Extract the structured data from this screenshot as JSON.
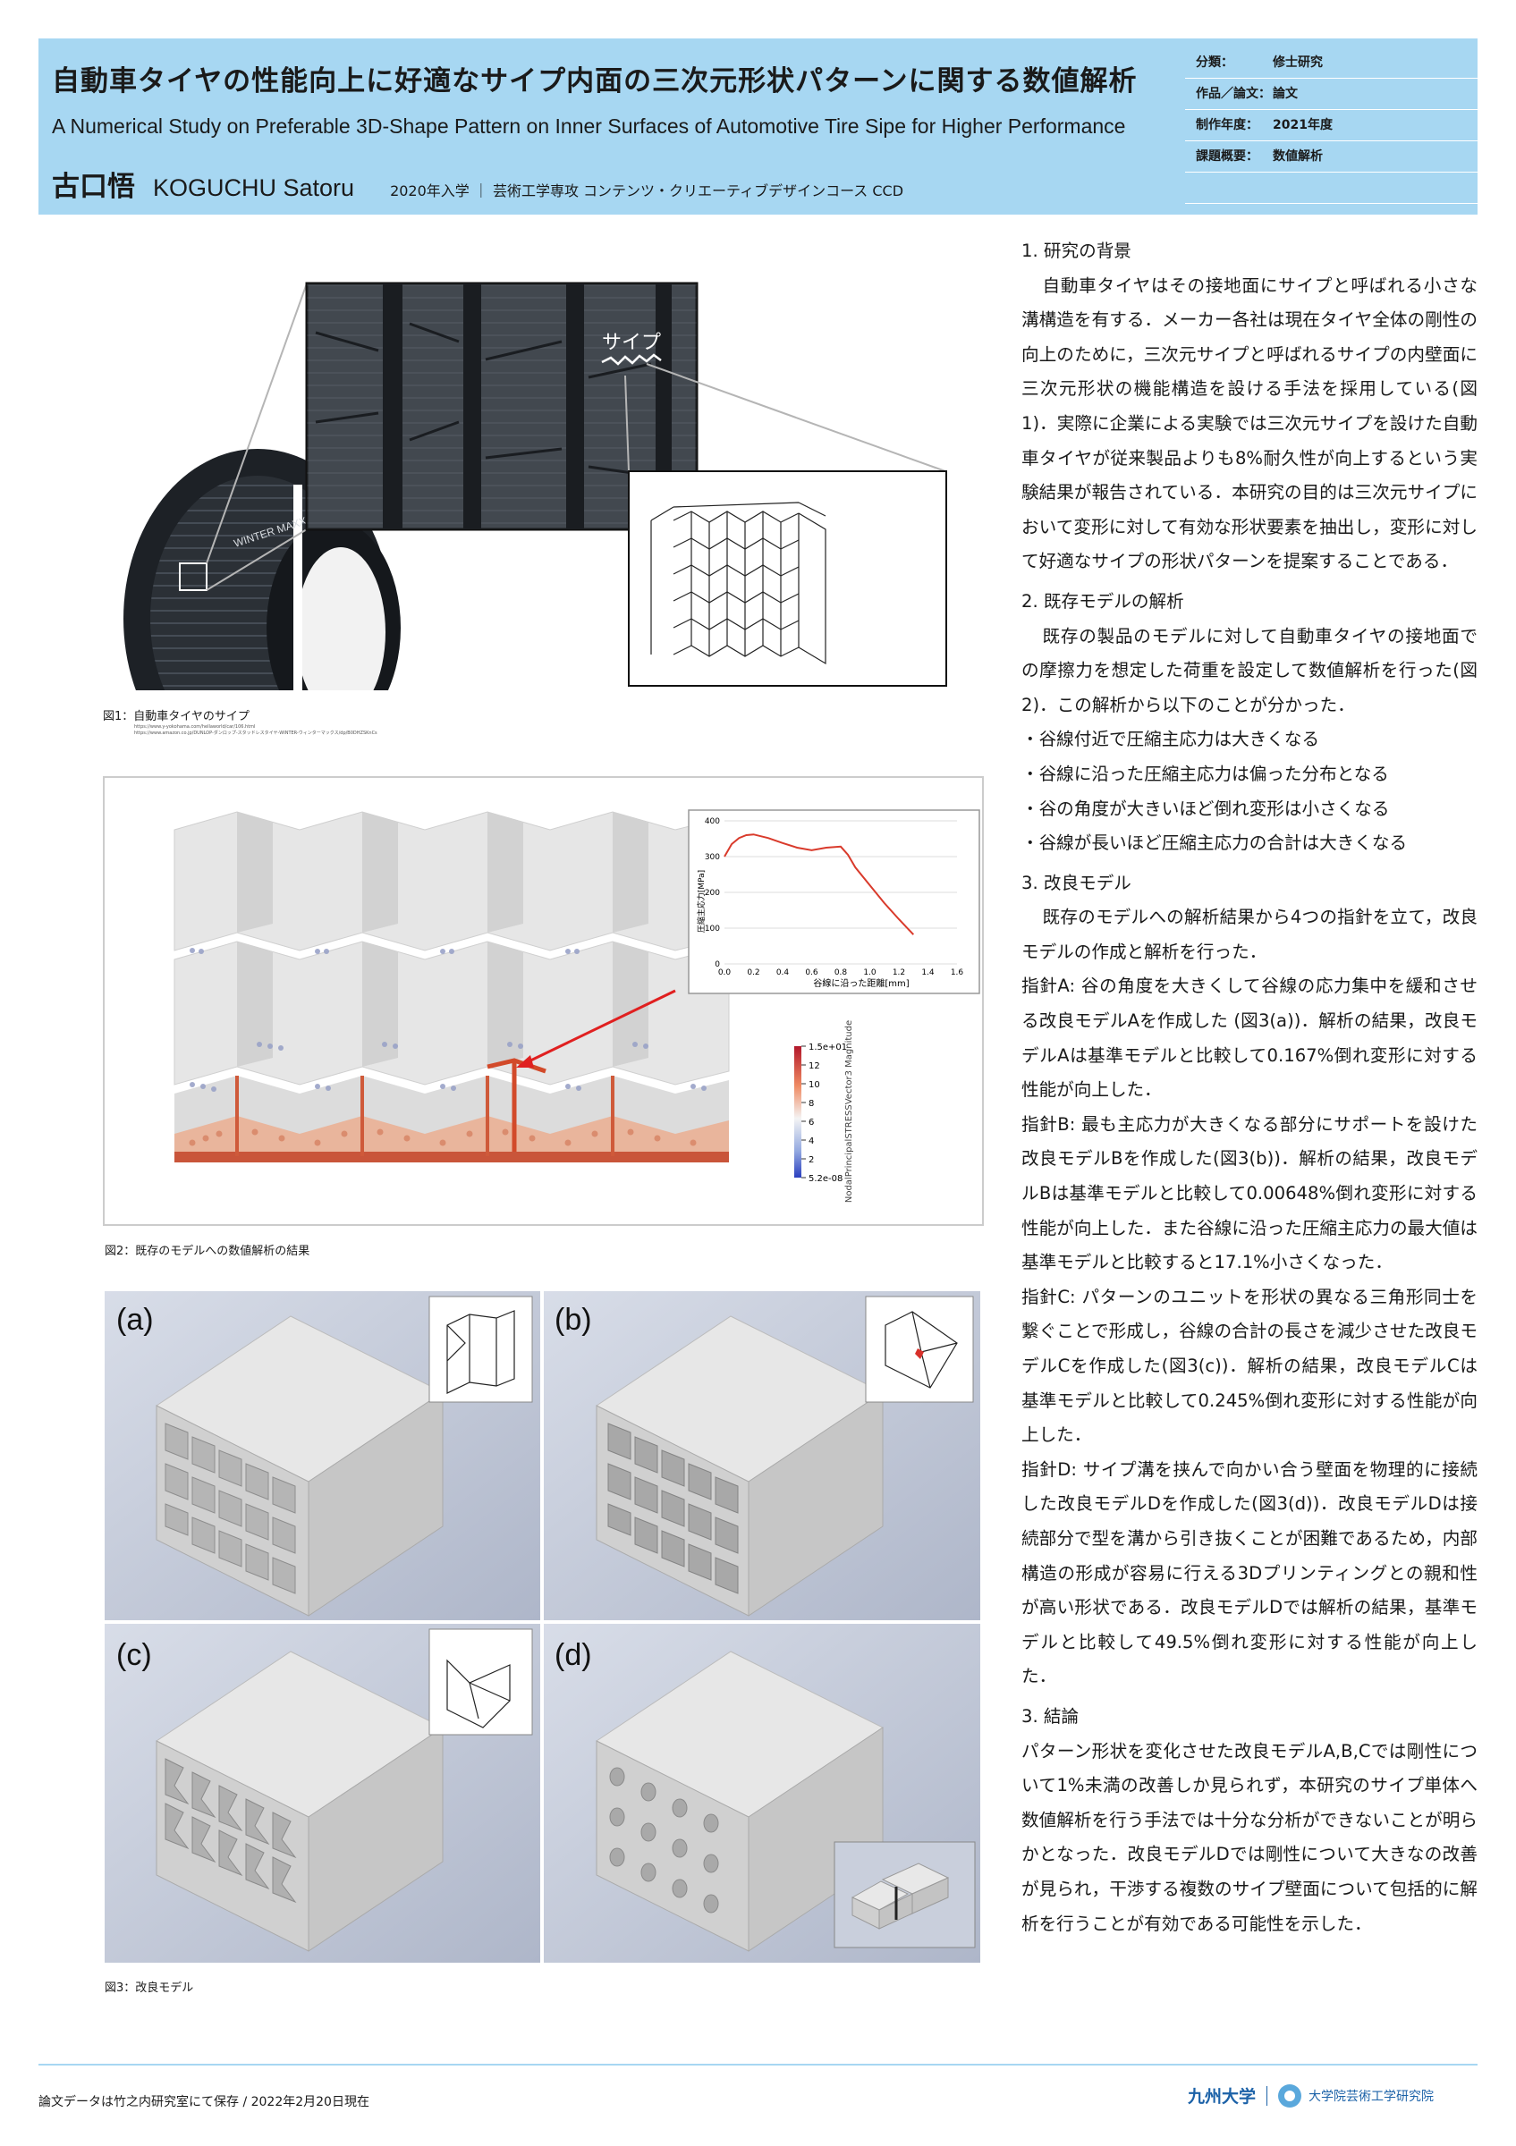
{
  "header": {
    "title_jp": "自動車タイヤの性能向上に好適なサイプ内面の三次元形状パターンに関する数値解析",
    "title_en": "A Numerical Study on Preferable 3D-Shape Pattern on Inner Surfaces of Automotive Tire Sipe for Higher Performance",
    "author_jp": "古口悟",
    "author_en": "KOGUCHU Satoru",
    "author_meta": "2020年入学 ｜ 芸術工学専攻 コンテンツ・クリエーティブデザインコース CCD",
    "meta": [
      {
        "key": "分類：",
        "value": "修士研究"
      },
      {
        "key": "作品／論文：",
        "value": "論文"
      },
      {
        "key": "制作年度：",
        "value": "2021年度"
      },
      {
        "key": "課題概要：",
        "value": "数値解析"
      }
    ]
  },
  "figure1": {
    "caption": "図1：自動車タイヤのサイプ",
    "callout": "サイプ",
    "tire_brand": "WINTER MAXX",
    "refs": [
      "https://www.y-yokohama.com/hellaworld/car/106.html",
      "https://www.amazon.co.jp/DUNLOP-ダンロップ-スタッドレスタイヤ-WINTER-ウィンターマックス/dp/B0DHZSKnCs"
    ]
  },
  "figure2": {
    "caption": "図2：既存のモデルへの数値解析の結果",
    "colorbar_title": "NodalPrincipalSTRESSVector3 Magnitude",
    "colorbar_ticks": [
      "1.5e+01",
      "12",
      "10",
      "8",
      "6",
      "4",
      "2",
      "5.2e-08"
    ]
  },
  "chart_data": {
    "type": "line",
    "title": "",
    "xlabel": "谷線に沿った距離[mm]",
    "ylabel": "圧縮主応力[MPa]",
    "xlim": [
      0,
      1.6
    ],
    "ylim": [
      0,
      400
    ],
    "xticks": [
      "0.0",
      "0.2",
      "0.4",
      "0.6",
      "0.8",
      "1.0",
      "1.2",
      "1.4",
      "1.6"
    ],
    "yticks": [
      "0",
      "100",
      "200",
      "300",
      "400"
    ],
    "grid": "horizontal",
    "series": [
      {
        "color": "#d93a2b",
        "x": [
          0.0,
          0.05,
          0.1,
          0.15,
          0.2,
          0.3,
          0.4,
          0.5,
          0.6,
          0.7,
          0.8,
          0.85,
          0.9,
          1.0,
          1.1,
          1.2,
          1.3
        ],
        "y": [
          300,
          335,
          352,
          360,
          362,
          352,
          338,
          325,
          318,
          325,
          328,
          305,
          270,
          220,
          170,
          125,
          82
        ]
      }
    ]
  },
  "figure3": {
    "caption": "図3：改良モデル",
    "panels": [
      {
        "label": "(a)"
      },
      {
        "label": "(b)"
      },
      {
        "label": "(c)"
      },
      {
        "label": "(d)"
      }
    ]
  },
  "body": {
    "s1_heading": "1. 研究の背景",
    "s1_text": "自動車タイヤはその接地面にサイプと呼ばれる小さな溝構造を有する．メーカー各社は現在タイヤ全体の剛性の向上のために，三次元サイプと呼ばれるサイプの内壁面に三次元形状の機能構造を設ける手法を採用している(図1)．実際に企業による実験では三次元サイプを設けた自動車タイヤが従来製品よりも8%耐久性が向上するという実験結果が報告されている．本研究の目的は三次元サイプにおいて変形に対して有効な形状要素を抽出し，変形に対して好適なサイプの形状パターンを提案することである．",
    "s2_heading": "2. 既存モデルの解析",
    "s2_text": "既存の製品のモデルに対して自動車タイヤの接地面での摩擦力を想定した荷重を設定して数値解析を行った(図2)．この解析から以下のことが分かった．",
    "s2_bullets": [
      "・谷線付近で圧縮主応力は大きくなる",
      "・谷線に沿った圧縮主応力は偏った分布となる",
      "・谷の角度が大きいほど倒れ変形は小さくなる",
      "・谷線が長いほど圧縮主応力の合計は大きくなる"
    ],
    "s3_heading": "3. 改良モデル",
    "s3_intro": "既存のモデルへの解析結果から4つの指針を立て，改良モデルの作成と解析を行った．",
    "s3_a": "指針A: 谷の角度を大きくして谷線の応力集中を緩和させる改良モデルAを作成した (図3(a))．解析の結果，改良モデルAは基準モデルと比較して0.167%倒れ変形に対する性能が向上した．",
    "s3_b": "指針B: 最も主応力が大きくなる部分にサポートを設けた改良モデルBを作成した(図3(b))．解析の結果，改良モデルBは基準モデルと比較して0.00648%倒れ変形に対する性能が向上した．また谷線に沿った圧縮主応力の最大値は基準モデルと比較すると17.1%小さくなった．",
    "s3_c": "指針C: パターンのユニットを形状の異なる三角形同士を繋ぐことで形成し，谷線の合計の長さを減少させた改良モデルCを作成した(図3(c))．解析の結果，改良モデルCは基準モデルと比較して0.245%倒れ変形に対する性能が向上した．",
    "s3_d": "指針D: サイプ溝を挟んで向かい合う壁面を物理的に接続した改良モデルDを作成した(図3(d))．改良モデルDは接続部分で型を溝から引き抜くことが困難であるため，内部構造の形成が容易に行える3Dプリンティングとの親和性が高い形状である．改良モデルDでは解析の結果，基準モデルと比較して49.5%倒れ変形に対する性能が向上した．",
    "s4_heading": "3. 結論",
    "s4_text": "パターン形状を変化させた改良モデルA,B,Cでは剛性について1%未満の改善しか見られず，本研究のサイプ単体へ数値解析を行う手法では十分な分析ができないことが明らかとなった．改良モデルDでは剛性について大きなの改善が見られ，干渉する複数のサイプ壁面について包括的に解析を行うことが有効である可能性を示した．"
  },
  "footer": {
    "left": "論文データは竹之内研究室にて保存 / 2022年2月20日現在",
    "university": "九州大学",
    "faculty": "大学院芸術工学研究院"
  },
  "colors": {
    "header_bg": "#a7d7f2",
    "accent": "#1c62a8",
    "stress_high": "#c0301e",
    "stress_low": "#3b5fc0"
  }
}
